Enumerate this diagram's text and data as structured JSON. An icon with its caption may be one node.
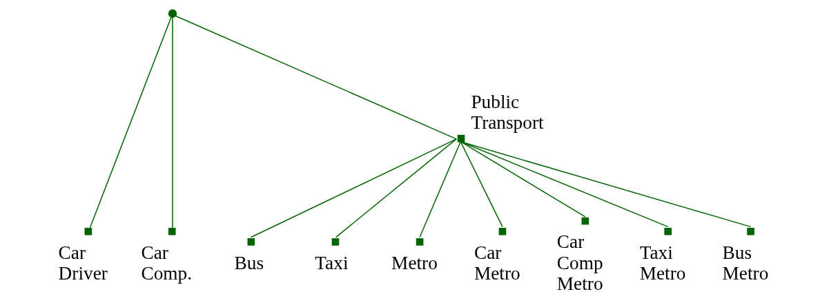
{
  "diagram": {
    "nodes": [
      {
        "text": [],
        "shape": "circle"
      },
      {
        "text": [
          "Public Transport"
        ]
      },
      {
        "text": [
          "Car Driver"
        ]
      },
      {
        "text": [
          "Car Comp."
        ]
      },
      {
        "text": [
          "Bus"
        ]
      },
      {
        "text": [
          "Taxi"
        ]
      },
      {
        "text": [
          "Metro"
        ]
      },
      {
        "text": [
          "Car Metro"
        ]
      },
      {
        "text": [
          "Car Comp Metro"
        ]
      },
      {
        "text": [
          "Taxi Metro"
        ]
      },
      {
        "text": [
          "Bus Metro"
        ]
      }
    ],
    "edges": [
      {
        "from": 0,
        "to": 2,
        "arrow": "none"
      },
      {
        "from": 0,
        "to": 3,
        "arrow": "none"
      },
      {
        "from": 0,
        "to": 1,
        "arrow": "none"
      },
      {
        "from": 1,
        "to": 4,
        "arrow": "none"
      },
      {
        "from": 1,
        "to": 5,
        "arrow": "none"
      },
      {
        "from": 1,
        "to": 6,
        "arrow": "none"
      },
      {
        "from": 1,
        "to": 7,
        "arrow": "none"
      },
      {
        "from": 1,
        "to": 8,
        "arrow": "none"
      },
      {
        "from": 1,
        "to": 9,
        "arrow": "none"
      },
      {
        "from": 1,
        "to": 10,
        "arrow": "none"
      }
    ]
  }
}
